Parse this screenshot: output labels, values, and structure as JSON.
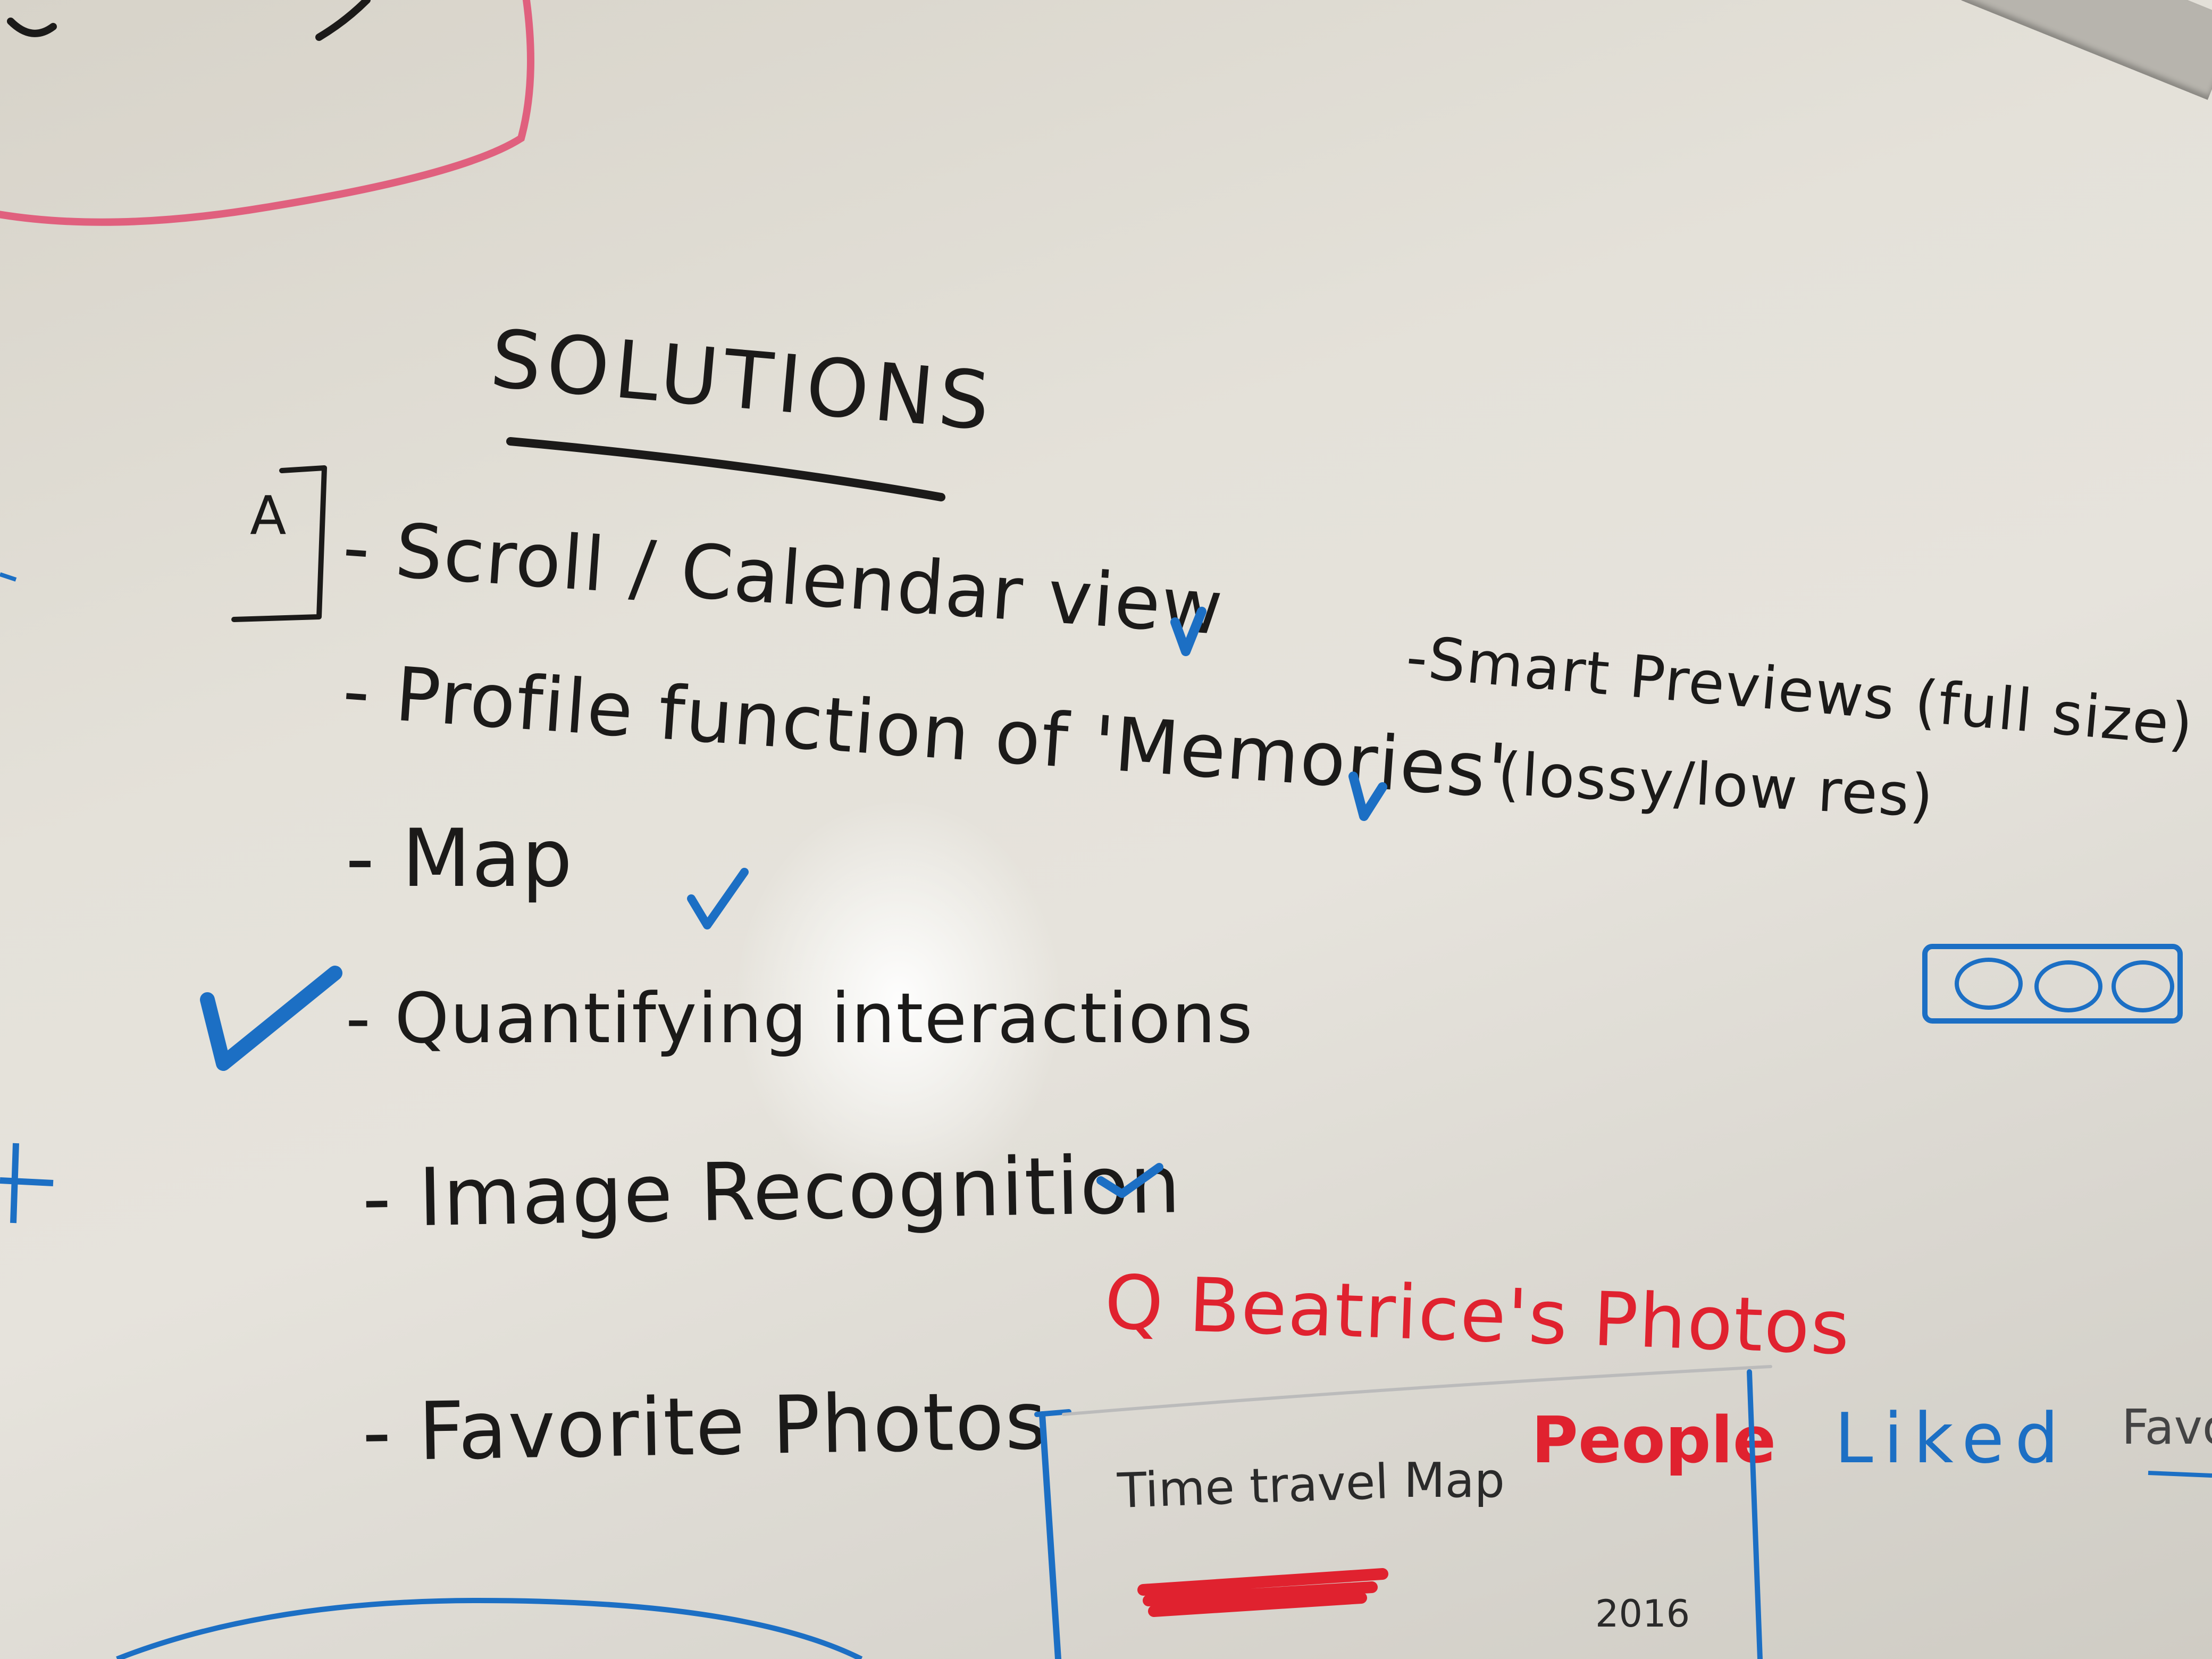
{
  "whiteboard": {
    "title": "SOLUTIONS",
    "bracket_label": "A",
    "items": [
      {
        "text": "- Scroll / Calendar view",
        "checked": true
      },
      {
        "text": "- Profile function of 'Memories'",
        "checked": true
      },
      {
        "text": "- Map",
        "checked": true
      },
      {
        "text": "- Quantifying interactions",
        "checked": true
      },
      {
        "text": "- Image Recognition",
        "checked": true
      },
      {
        "text": "- Favorite Photos",
        "checked": false
      }
    ],
    "side_note": {
      "line1": "-Smart Previews (full size)",
      "line2": "(lossy/low res)"
    },
    "sketch": {
      "search": "Q Beatrice's Photos",
      "tab_time_travel": "Time travel",
      "tab_map": "Map",
      "tab_people": "People",
      "tab_liked": "Liked",
      "tab_favorite": "Favori",
      "year": "2016"
    },
    "colors": {
      "marker_black": "#1b1a19",
      "marker_blue": "#1c6fc4",
      "marker_red": "#e0222f",
      "marker_pink": "#e0607e"
    }
  }
}
